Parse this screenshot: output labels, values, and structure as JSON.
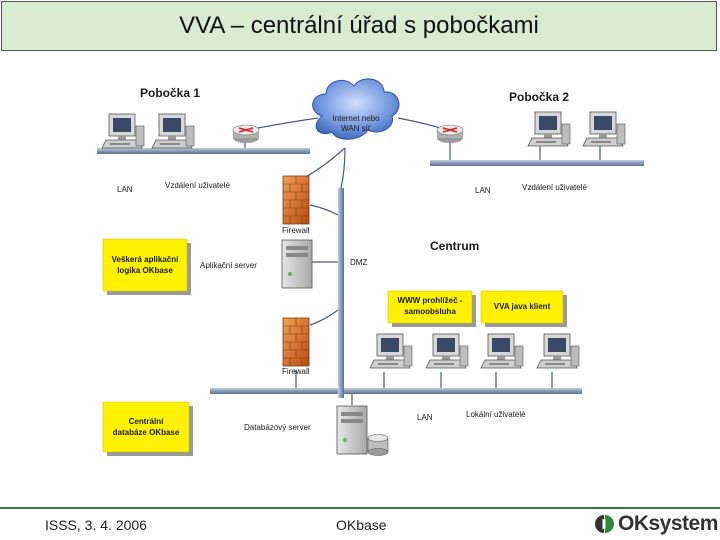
{
  "slide": {
    "title": "VVA – centrální úřad s pobočkami"
  },
  "diagram": {
    "branch1_title": "Pobočka 1",
    "branch2_title": "Pobočka 2",
    "internet_line1": "Internet nebo",
    "internet_line2": "WAN síť",
    "lan": "LAN",
    "remote_users": "Vzdálení uživatelé",
    "firewall": "Firewall",
    "dmz": "DMZ",
    "centrum": "Centrum",
    "app_server": "Aplikační server",
    "db_server": "Databázový server",
    "local_users": "Lokální uživatelé",
    "note_app_line1": "Veškerá aplikační",
    "note_app_line2": "logika OKbase",
    "note_www_line1": "WWW prohlížeč -",
    "note_www_line2": "samoobsluha",
    "note_java": "VVA java klient",
    "note_db_line1": "Centrální",
    "note_db_line2": "databáze OKbase"
  },
  "footer": {
    "date": "ISSS, 3. 4. 2006",
    "center": "OKbase",
    "logo_text": "OKsystem"
  },
  "colors": {
    "title_bg": "#d9ecd2",
    "note_bg": "#fff200",
    "footer_line": "#2e7a3a",
    "wire": "#8a9bb8",
    "cloud": "#4d7ac9",
    "firewall": "#d9651e"
  }
}
